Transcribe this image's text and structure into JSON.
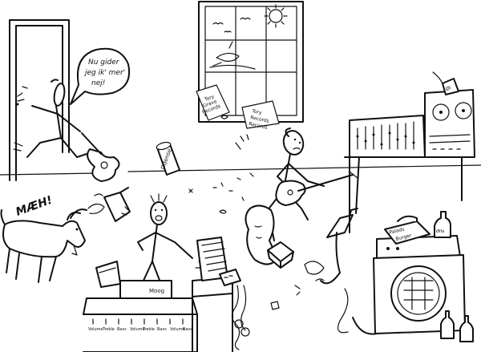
{
  "speech_bubble": {
    "line1": "Nu gider",
    "line2": "jeg ik' mer'",
    "line3": "nej!"
  },
  "goat_sound": "MÆH!",
  "notes": {
    "left_line1": "Tory",
    "left_line2": "Grave",
    "left_line3": "Records",
    "right_line1": "Tory",
    "right_line2": "Records",
    "right_line3": "Records"
  },
  "can_label": "Odense",
  "keyboard_label": "Moog",
  "burger_label_line1": "Palads",
  "burger_label_line2": "Burger",
  "bottle_label": "Ølfa",
  "cup_label": "Øl",
  "amp_knob_labels": [
    "Volume",
    "Treble",
    "Bass",
    "Volume",
    "Treble",
    "Bass",
    "Volume",
    "Bass"
  ]
}
